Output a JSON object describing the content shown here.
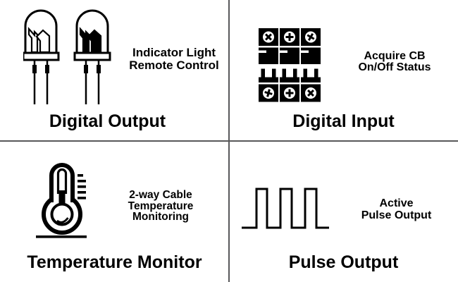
{
  "background": "#ffffff",
  "divider_color": "#58585a",
  "text_color": "#000000",
  "quadrants": {
    "digital_output": {
      "heading": "Digital Output",
      "desc_line1": "Indicator Light",
      "desc_line2": "Remote Control",
      "icon": "led-indicator-lights-icon"
    },
    "digital_input": {
      "heading": "Digital Input",
      "desc_line1": "Acquire CB",
      "desc_line2": "On/Off Status",
      "icon": "circuit-breaker-icon"
    },
    "temperature_monitor": {
      "heading": "Temperature Monitor",
      "desc_line1": "2-way Cable",
      "desc_line2": "Temperature",
      "desc_line3": "Monitoring",
      "icon": "thermometer-icon"
    },
    "pulse_output": {
      "heading": "Pulse Output",
      "desc_line1": "Active",
      "desc_line2": "Pulse Output",
      "icon": "pulse-wave-icon"
    }
  }
}
